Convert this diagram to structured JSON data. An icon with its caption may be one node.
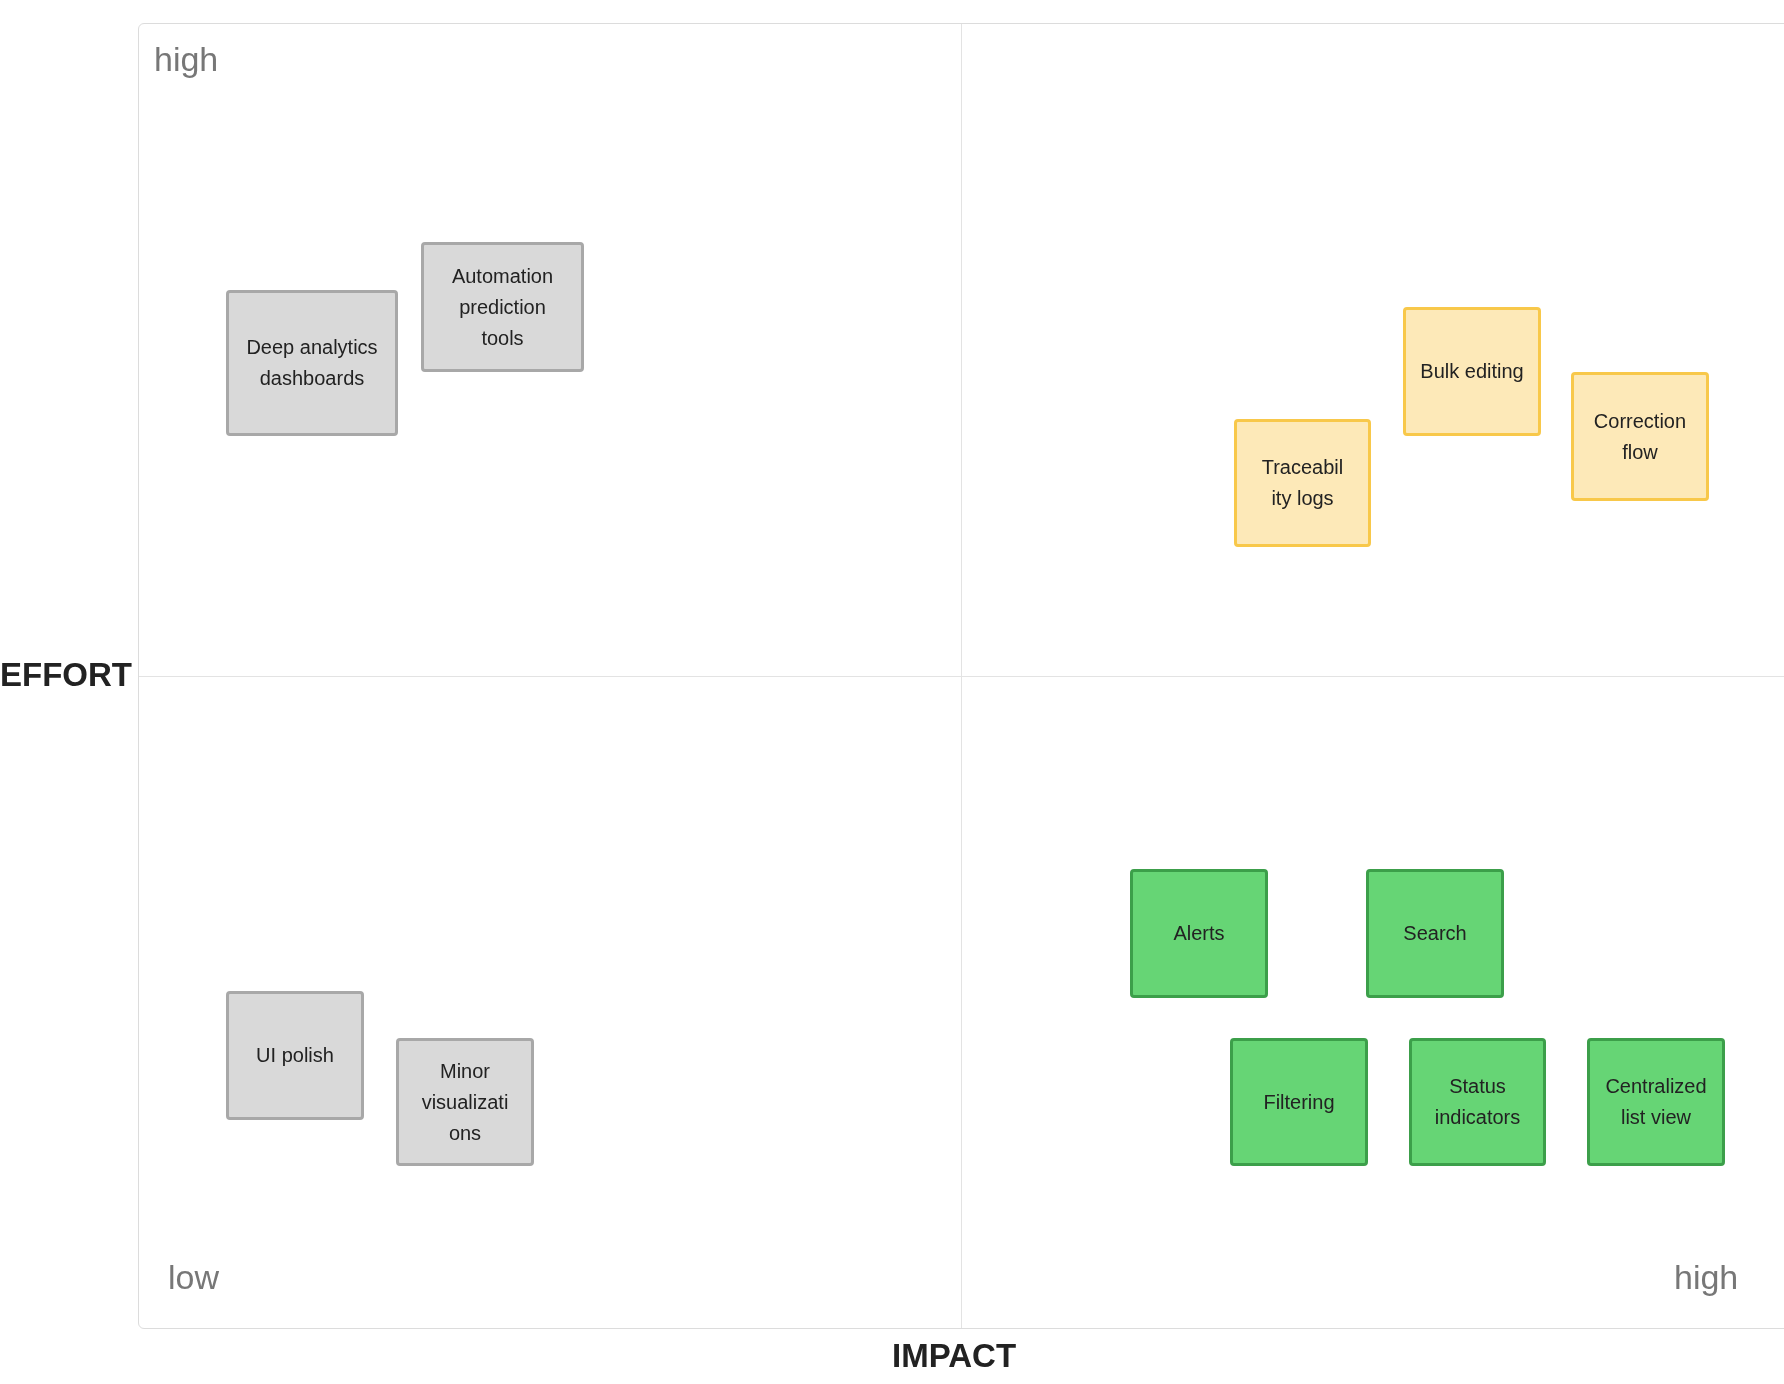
{
  "diagram": {
    "nodes": [
      {
        "text": [
          "Automation prediction tools"
        ]
      },
      {
        "text": [
          "Deep analytics dashboards"
        ]
      },
      {
        "text": [
          "Bulk editing"
        ]
      },
      {
        "text": [
          "Correction flow"
        ]
      },
      {
        "text": [
          "Traceabil ity logs"
        ]
      },
      {
        "text": [
          "Alerts"
        ]
      },
      {
        "text": [
          "Search"
        ]
      },
      {
        "text": [
          "UI polish"
        ]
      },
      {
        "text": [
          "Minor visualizati ons"
        ]
      },
      {
        "text": [
          "Filtering"
        ]
      },
      {
        "text": [
          "Status indicators"
        ]
      },
      {
        "text": [
          "Centralized list view"
        ]
      }
    ],
    "labels": [
      "high",
      "EFFORT",
      "low",
      "high",
      "IMPACT"
    ]
  }
}
